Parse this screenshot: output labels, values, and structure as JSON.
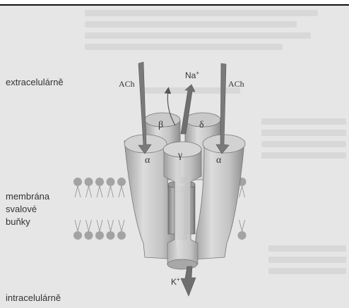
{
  "labels": {
    "extracellular": "extracelulárně",
    "membrane": [
      "membrána",
      "svalové",
      "buňky"
    ],
    "intracellular": "intracelulárně"
  },
  "figure": {
    "ach_left": "ACh",
    "ach_right": "ACh",
    "na": "Na",
    "na_charge": "+",
    "k": "K",
    "k_charge": "+",
    "subunit_beta": "β",
    "subunit_delta": "δ",
    "subunit_gamma": "γ",
    "subunit_alpha_left": "α",
    "subunit_alpha_right": "α"
  },
  "colors": {
    "background": "#e6e6e6",
    "subunit": "#bdbdbd",
    "arrow": "#7a7a7a",
    "lipid": "#9a9a9a"
  }
}
